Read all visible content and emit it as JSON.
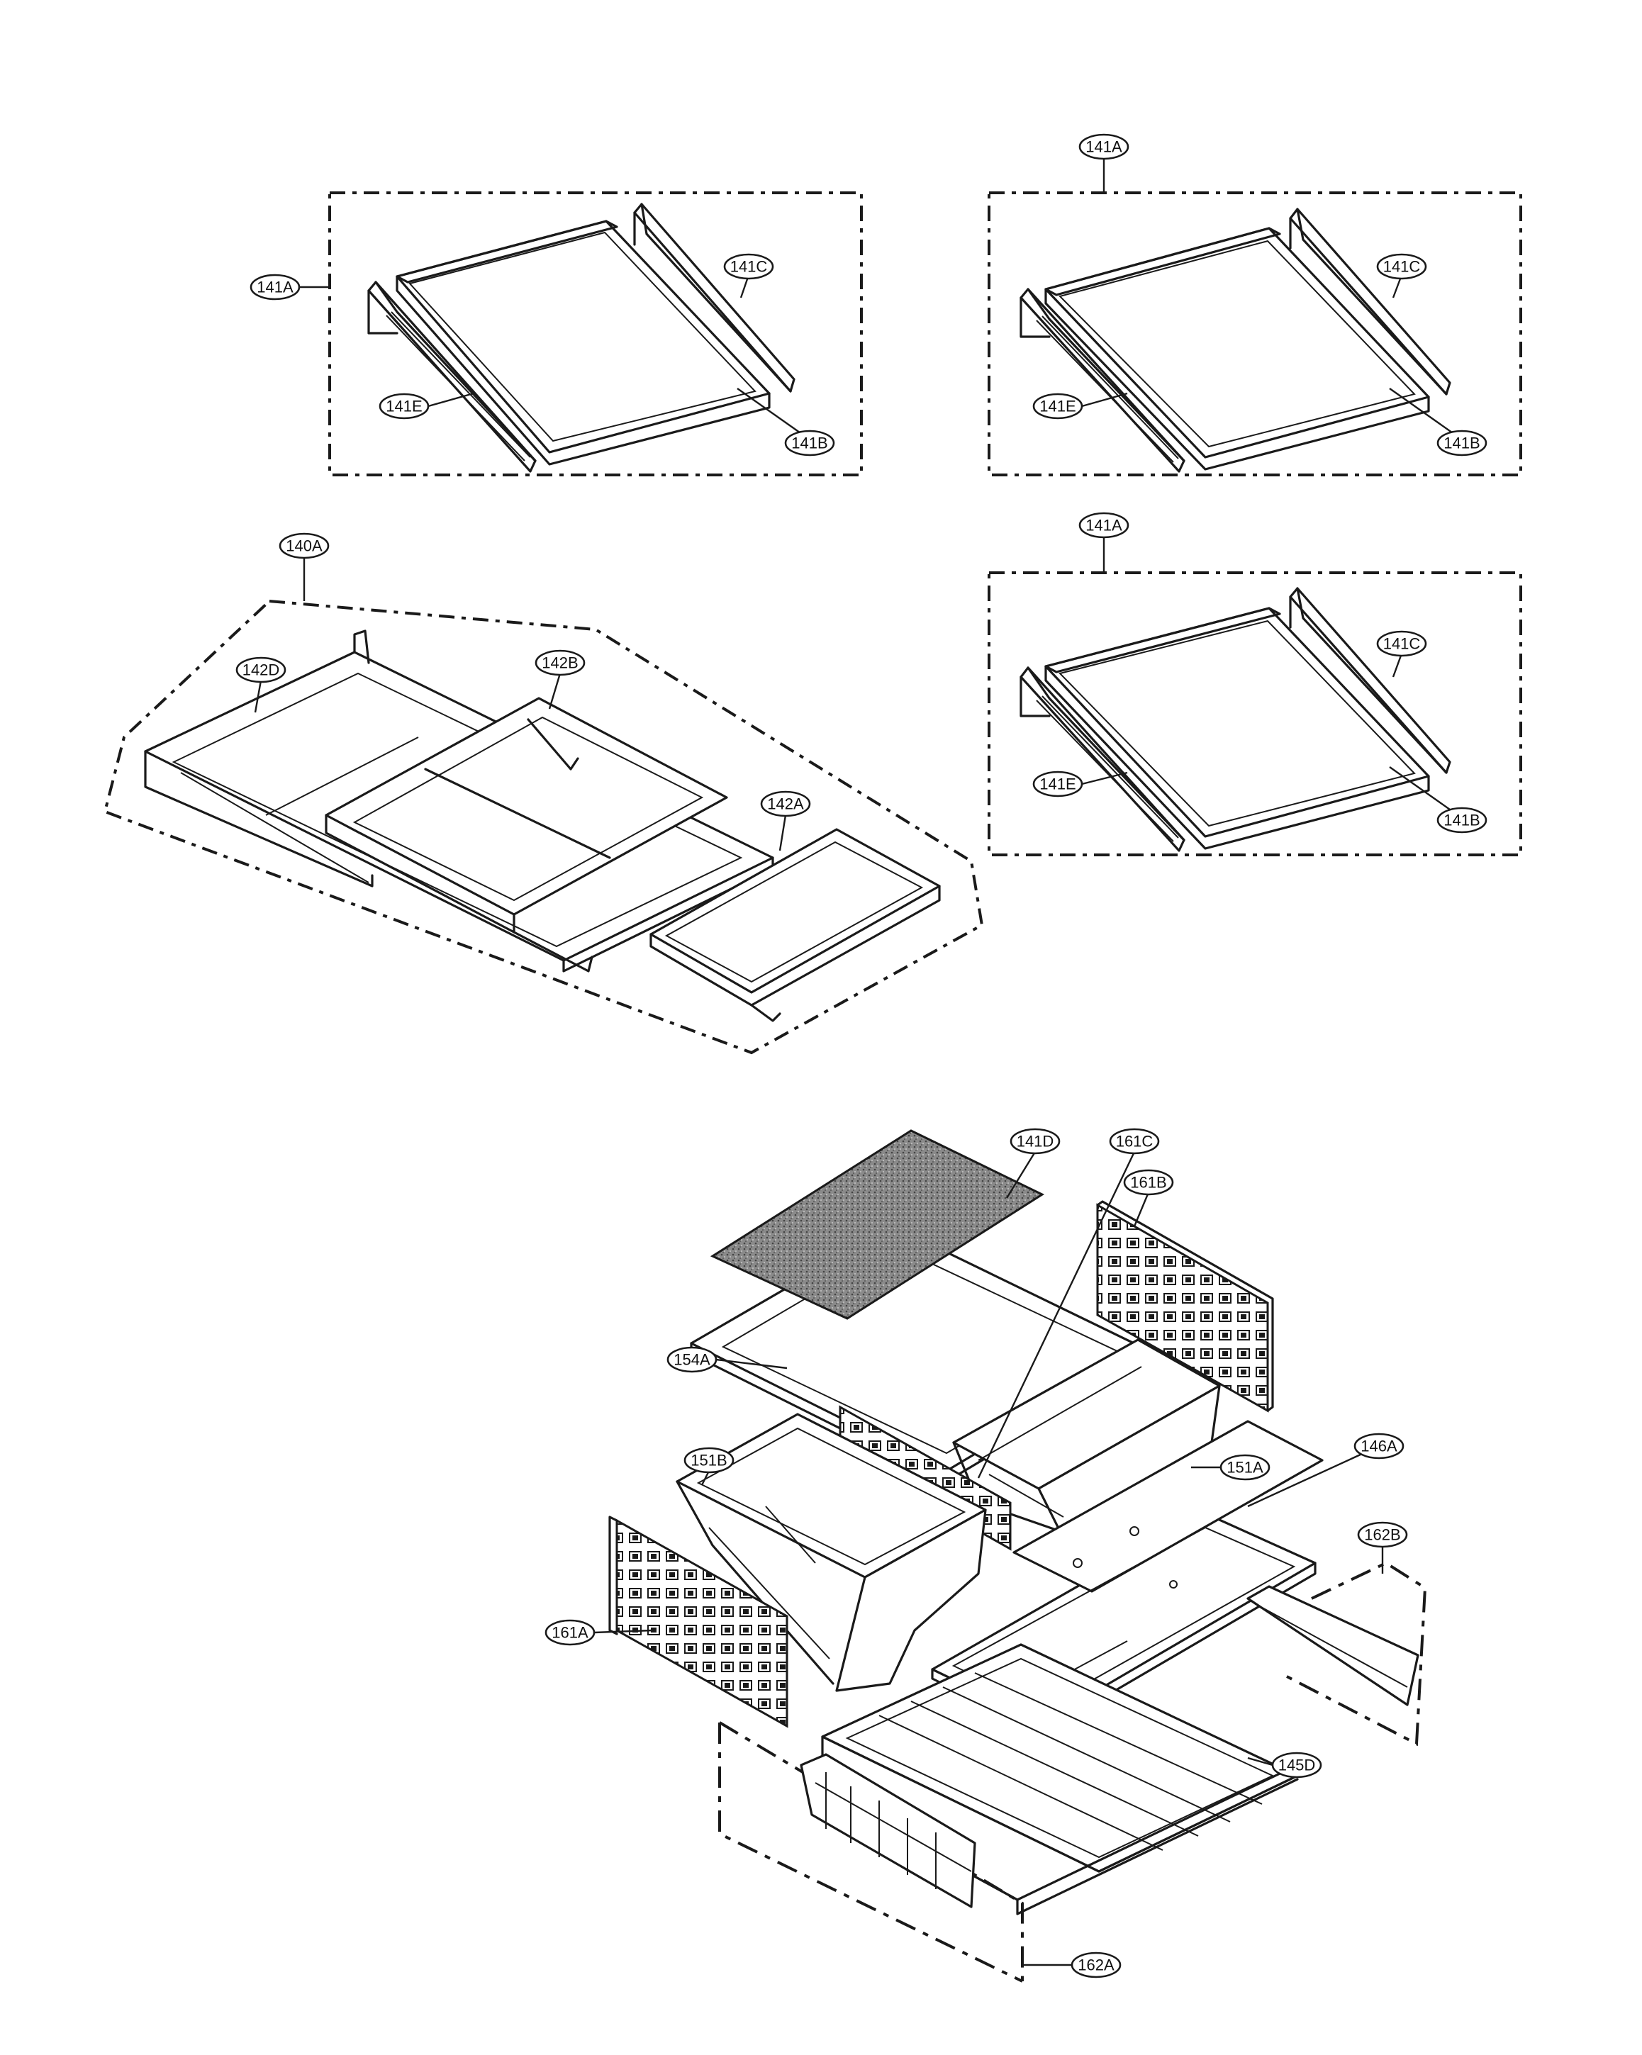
{
  "callouts": {
    "c141A_1": "141A",
    "c141C_1": "141C",
    "c141E_1": "141E",
    "c141B_1": "141B",
    "c141A_2": "141A",
    "c141C_2": "141C",
    "c141E_2": "141E",
    "c141B_2": "141B",
    "c141A_3": "141A",
    "c141C_3": "141C",
    "c141E_3": "141E",
    "c141B_3": "141B",
    "c140A": "140A",
    "c142D": "142D",
    "c142B": "142B",
    "c142A": "142A",
    "c141D": "141D",
    "c161C": "161C",
    "c161B": "161B",
    "c154A": "154A",
    "c151B": "151B",
    "c151A": "151A",
    "c146A": "146A",
    "c162B": "162B",
    "c161A": "161A",
    "c145D": "145D",
    "c162A": "162A"
  }
}
